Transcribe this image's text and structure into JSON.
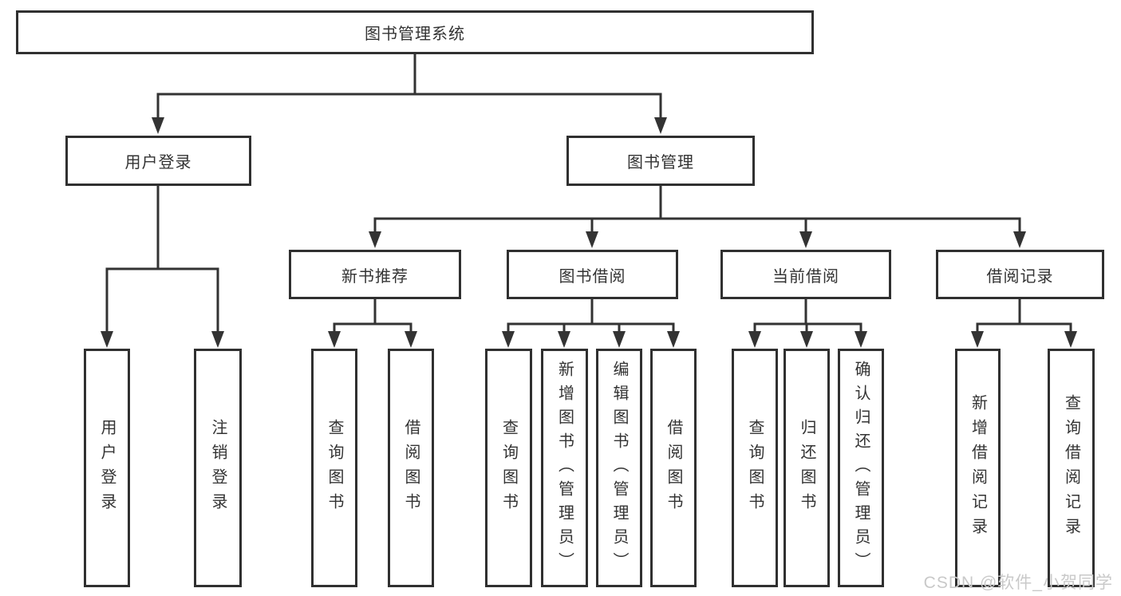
{
  "diagram": {
    "root": "图书管理系统",
    "level2": {
      "user_login": "用户登录",
      "book_management": "图书管理"
    },
    "level3": {
      "new_book_recommend": "新书推荐",
      "book_borrow": "图书借阅",
      "current_borrow": "当前借阅",
      "borrow_records": "借阅记录"
    },
    "leaves": {
      "user_login": "用户登录",
      "logout": "注销登录",
      "nb_query_books": "查询图书",
      "nb_borrow_books": "借阅图书",
      "bb_query_books": "查询图书",
      "bb_add_books_admin": "新增图书（管理员）",
      "bb_edit_books_admin": "编辑图书（管理员）",
      "bb_borrow_books": "借阅图书",
      "cb_query_books": "查询图书",
      "cb_return_books": "归还图书",
      "cb_confirm_return_admin": "确认归还（管理员）",
      "rec_add_record": "新增借阅记录",
      "rec_query_record": "查询借阅记录"
    }
  },
  "watermark": "CSDN @软件_小贺同学",
  "colors": {
    "line": "#333333",
    "border": "#303030",
    "text": "#333333",
    "watermark": "#c9c9c9",
    "background": "#ffffff"
  }
}
